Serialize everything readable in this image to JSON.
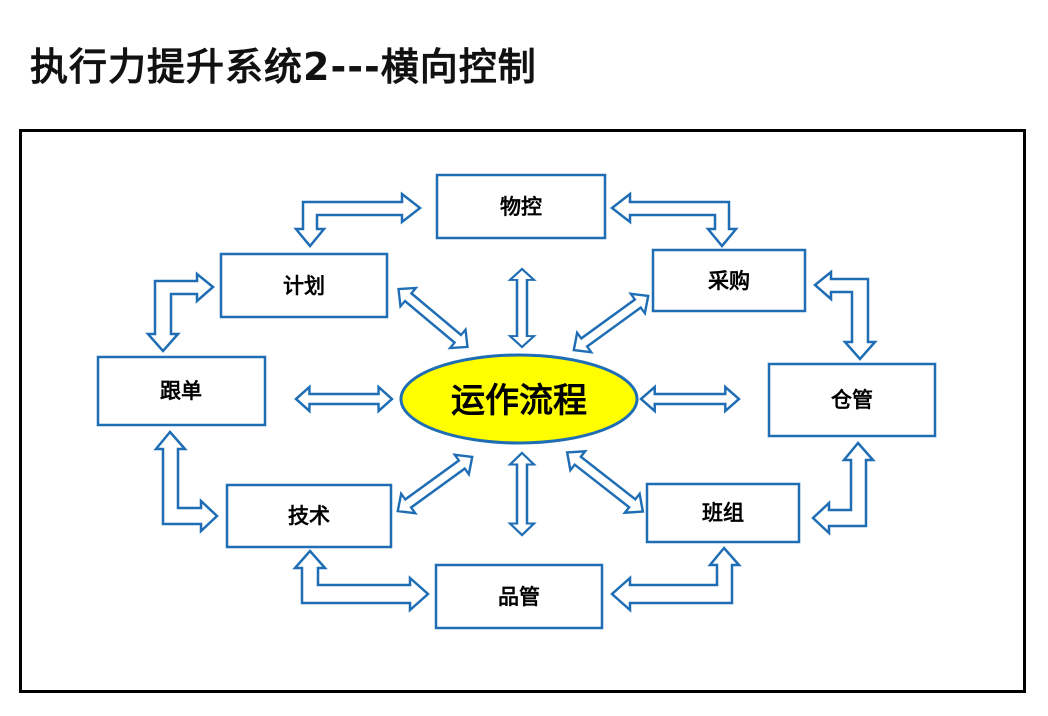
{
  "title": "执行力提升系统2---横向控制",
  "center": {
    "label": "运作流程",
    "fill": "#FFFF00"
  },
  "nodes": {
    "wukong": "物控",
    "caigou": "采购",
    "jihua": "计划",
    "gendan": "跟单",
    "cangguan": "仓管",
    "jishu": "技术",
    "banzu": "班组",
    "pinguan": "品管"
  },
  "colors": {
    "border": "#1F6EB5",
    "arrow": "#1F6EB5"
  }
}
